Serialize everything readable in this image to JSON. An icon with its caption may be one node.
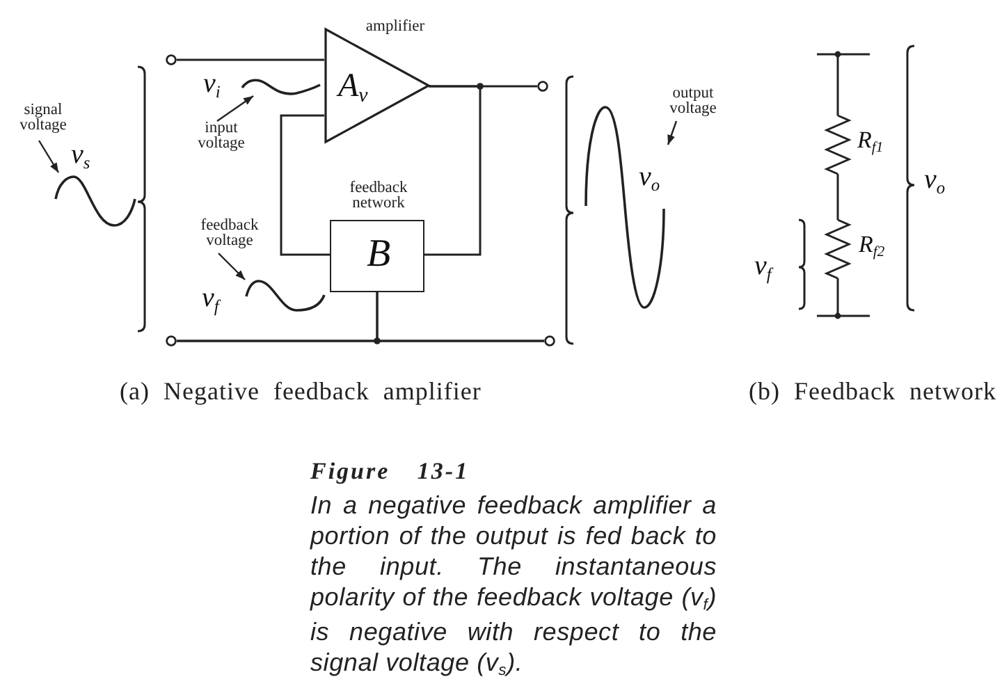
{
  "diagram": {
    "title": "Figure 13-1",
    "caption": "In a negative feedback amplifier a portion of the output is fed back to the input. The instantaneous polarity of the feedback voltage (v$_{f}$) is negative with respect to the signal voltage (v$_{s}$).",
    "nodes": [
      {
        "text": [
          "signal voltage"
        ]
      },
      {
        "text": [],
        "shape": "wave",
        "beside": [
          "v$_{s}$"
        ]
      },
      {
        "text": [],
        "shape": "circle"
      },
      {
        "text": [],
        "shape": "circle"
      },
      {
        "text": [
          "input voltage"
        ]
      },
      {
        "text": [],
        "shape": "wave",
        "beside": [
          "v$_{i}$"
        ]
      },
      {
        "text": [
          "amplifier",
          "A$_{v}$"
        ]
      },
      {
        "text": [
          "feedback network",
          "B"
        ]
      },
      {
        "text": [
          "feedback voltage"
        ]
      },
      {
        "text": [],
        "shape": "wave",
        "beside": [
          "v$_{f}$"
        ]
      },
      {
        "text": [],
        "shape": "circle"
      },
      {
        "text": [],
        "shape": "circle"
      },
      {
        "text": [
          "output voltage"
        ]
      },
      {
        "text": [
          "v$_{o}$"
        ]
      }
    ],
    "edges": [
      {
        "from": 2,
        "to": 6,
        "arrow": "none"
      },
      {
        "from": 6,
        "to": 10,
        "arrow": "none"
      },
      {
        "from": 6,
        "to": 7,
        "arrow": "none"
      },
      {
        "from": 7,
        "to": 6,
        "arrow": "none"
      },
      {
        "from": 3,
        "to": 11,
        "arrow": "none"
      },
      {
        "from": 7,
        "to": 3,
        "arrow": "none"
      },
      {
        "from": 7,
        "to": 11,
        "arrow": "none"
      },
      {
        "from": 0,
        "to": 1,
        "arrow": "to"
      },
      {
        "from": 4,
        "to": 5,
        "arrow": "to"
      },
      {
        "from": 8,
        "to": 9,
        "arrow": "to"
      },
      {
        "from": 12,
        "to": 13,
        "arrow": "to"
      }
    ],
    "labels": [
      "R$_{f1}$",
      "v$_{o}$",
      "R$_{f2}$",
      "v$_{f}$",
      "(a) Negative feedback amplifier",
      "(b) Feedback network"
    ]
  }
}
